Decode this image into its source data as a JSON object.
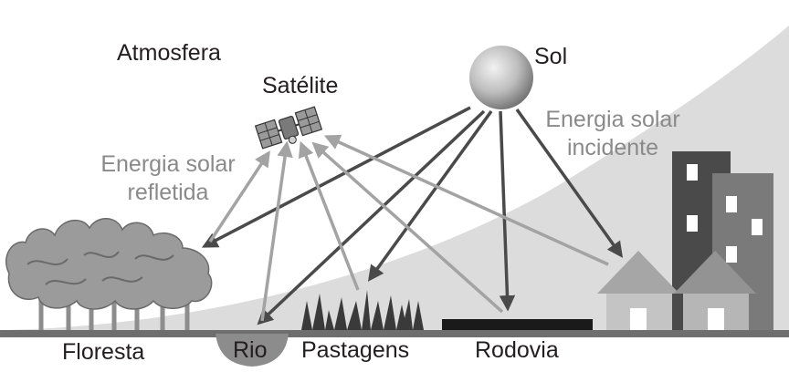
{
  "labels": {
    "atmosphere": "Atmosfera",
    "satellite": "Satélite",
    "sun": "Sol",
    "incident_line1": "Energia solar",
    "incident_line2": "incidente",
    "reflected_line1": "Energia solar",
    "reflected_line2": "refletida",
    "forest": "Floresta",
    "river": "Rio",
    "pasture": "Pastagens",
    "road": "Rodovia"
  },
  "colors": {
    "sky_band": "#dcdcdc",
    "incident_arrow": "#4a4a4a",
    "reflected_arrow": "#a3a3a3",
    "ground": "#6e6e6e",
    "road": "#1a1a1a"
  }
}
